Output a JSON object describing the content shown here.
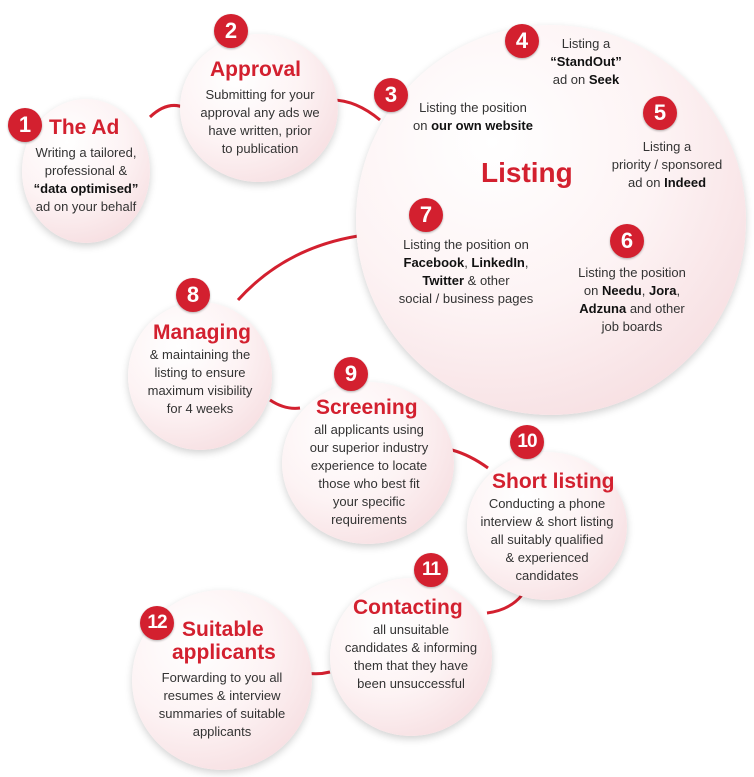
{
  "steps": [
    {
      "num": "1",
      "title": "The Ad",
      "desc": [
        "Writing a tailored,",
        "professional &",
        "**“data optimised”**",
        "ad on your behalf"
      ]
    },
    {
      "num": "2",
      "title": "Approval",
      "desc": [
        "Submitting for your",
        "approval any ads we",
        "have written, prior",
        "to publication"
      ]
    },
    {
      "num": "3",
      "desc": [
        "Listing the position",
        "on **our own website**"
      ]
    },
    {
      "num": "4",
      "desc": [
        "Listing a",
        "**“StandOut”**",
        "ad on **Seek**"
      ]
    },
    {
      "num": "5",
      "desc": [
        "Listing a",
        "priority / sponsored",
        "ad on **Indeed**"
      ]
    },
    {
      "num": "6",
      "desc": [
        "Listing the position",
        "on **Needu**, **Jora**,",
        "**Adzuna** and other",
        "job boards"
      ]
    },
    {
      "num": "7",
      "desc": [
        "Listing the position on",
        "**Facebook**, **LinkedIn**,",
        "**Twitter** & other",
        "social / business pages"
      ]
    },
    {
      "num": "8",
      "title": "Managing",
      "desc": [
        "& maintaining the",
        "listing to ensure",
        "maximum visibility",
        "for 4 weeks"
      ]
    },
    {
      "num": "9",
      "title": "Screening",
      "desc": [
        "all applicants using",
        "our superior industry",
        "experience to locate",
        "those who best fit",
        "your specific",
        "requirements"
      ]
    },
    {
      "num": "10",
      "title": "Short listing",
      "desc": [
        "Conducting a phone",
        "interview & short listing",
        "all suitably qualified",
        "& experienced",
        "candidates"
      ]
    },
    {
      "num": "11",
      "title": "Contacting",
      "desc": [
        "all unsuitable",
        "candidates & informing",
        "them that they have",
        "been unsuccessful"
      ]
    },
    {
      "num": "12",
      "title_lines": [
        "Suitable",
        "applicants"
      ],
      "desc": [
        "Forwarding to you all",
        "resumes & interview",
        "summaries of suitable",
        "applicants"
      ]
    }
  ],
  "listing_title": "Listing",
  "colors": {
    "accent": "#d3202f",
    "connector": "#d3202f"
  }
}
